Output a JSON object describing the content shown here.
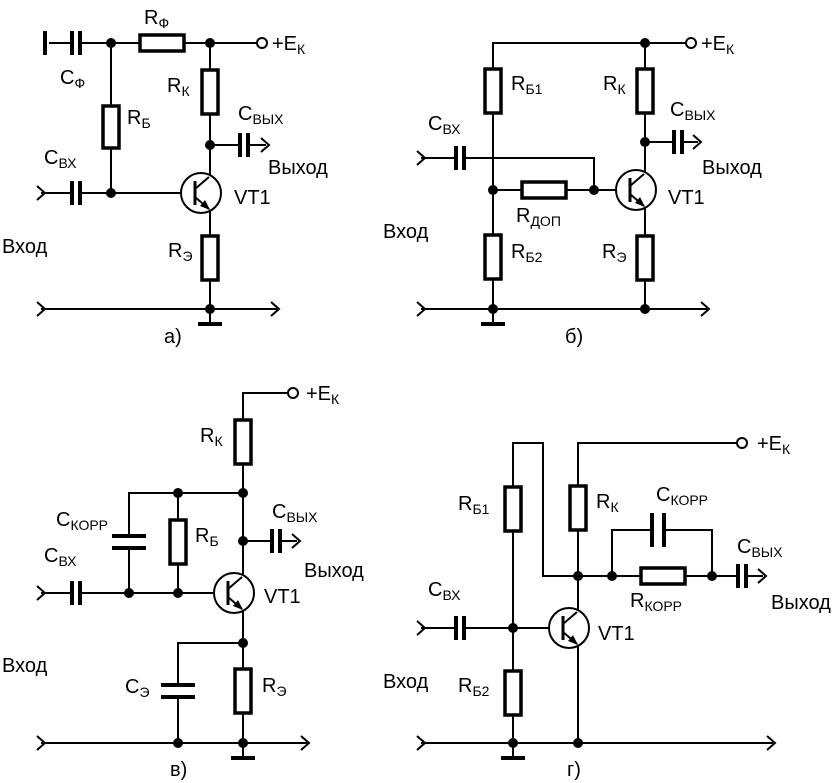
{
  "colors": {
    "ink": "#000000",
    "background": "#ffffff"
  },
  "labels": {
    "supply": "+E",
    "supply_sub": "К",
    "input": "Вход",
    "output": "Выход",
    "transistor": "VT1",
    "R": "R",
    "C": "C"
  },
  "circuits": [
    {
      "caption": "а)",
      "components": {
        "r_filter": "Ф",
        "c_filter": "Ф",
        "r_base": "Б",
        "r_collector": "К",
        "r_emitter": "Э",
        "c_in": "ВХ",
        "c_out": "ВЫХ"
      }
    },
    {
      "caption": "б)",
      "components": {
        "r_base1": "Б1",
        "r_base2": "Б2",
        "r_extra": "ДОП",
        "r_collector": "К",
        "r_emitter": "Э",
        "c_in": "ВХ",
        "c_out": "ВЫХ"
      }
    },
    {
      "caption": "в)",
      "components": {
        "r_collector": "К",
        "r_base": "Б",
        "c_corr": "КОРР",
        "c_emitter": "Э",
        "r_emitter": "Э",
        "c_in": "ВХ",
        "c_out": "ВЫХ"
      }
    },
    {
      "caption": "г)",
      "components": {
        "r_base1": "Б1",
        "r_base2": "Б2",
        "r_collector": "К",
        "c_corr": "КОРР",
        "r_corr": "КОРР",
        "c_in": "ВХ",
        "c_out": "ВЫХ"
      }
    }
  ]
}
